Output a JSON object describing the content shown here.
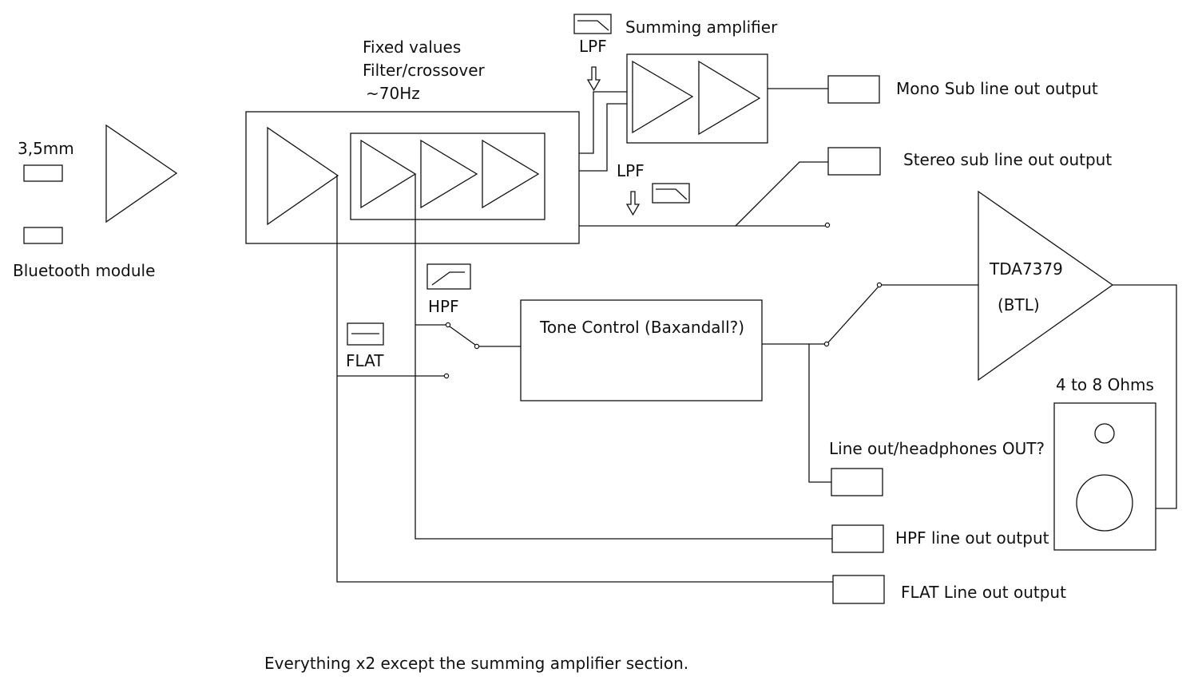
{
  "labels": {
    "input_35mm": "3,5mm",
    "bluetooth": "Bluetooth module",
    "fixed_values": "Fixed values",
    "filter_crossover": "Filter/crossover",
    "crossover_freq": "~70Hz",
    "lpf_top": "LPF",
    "summing_amplifier": "Summing amplifier",
    "mono_sub_out": "Mono Sub line out output",
    "stereo_sub_out": "Stereo sub line out output",
    "lpf_mid": "LPF",
    "hpf": "HPF",
    "flat": "FLAT",
    "tone_control": "Tone Control (Baxandall?)",
    "amp_chip": "TDA7379",
    "amp_mode": "(BTL)",
    "speaker_impedance": "4 to 8 Ohms",
    "line_out_headphones": "Line out/headphones OUT?",
    "hpf_line_out": "HPF line out output",
    "flat_line_out": "FLAT Line out output",
    "footnote": "Everything x2 except the summing amplifier section."
  },
  "colors": {
    "line": "#111111",
    "background": "#ffffff"
  }
}
